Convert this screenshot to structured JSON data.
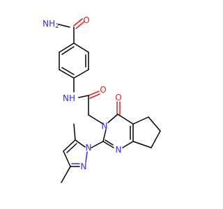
{
  "structure": {
    "colors": {
      "carbon": "#000000",
      "nitrogen": "#2c2cf0",
      "oxygen": "#e01e1e"
    },
    "atoms": {
      "amide_nh2": "NH",
      "amide_nh2_sub": "2",
      "amide_o": "O",
      "linker_nh": "NH",
      "acetamide_o": "O",
      "ring_n3": "N",
      "oxo_o": "O",
      "ring_n1": "N",
      "pyrazole_n1": "N",
      "pyrazole_n2": "N"
    }
  }
}
